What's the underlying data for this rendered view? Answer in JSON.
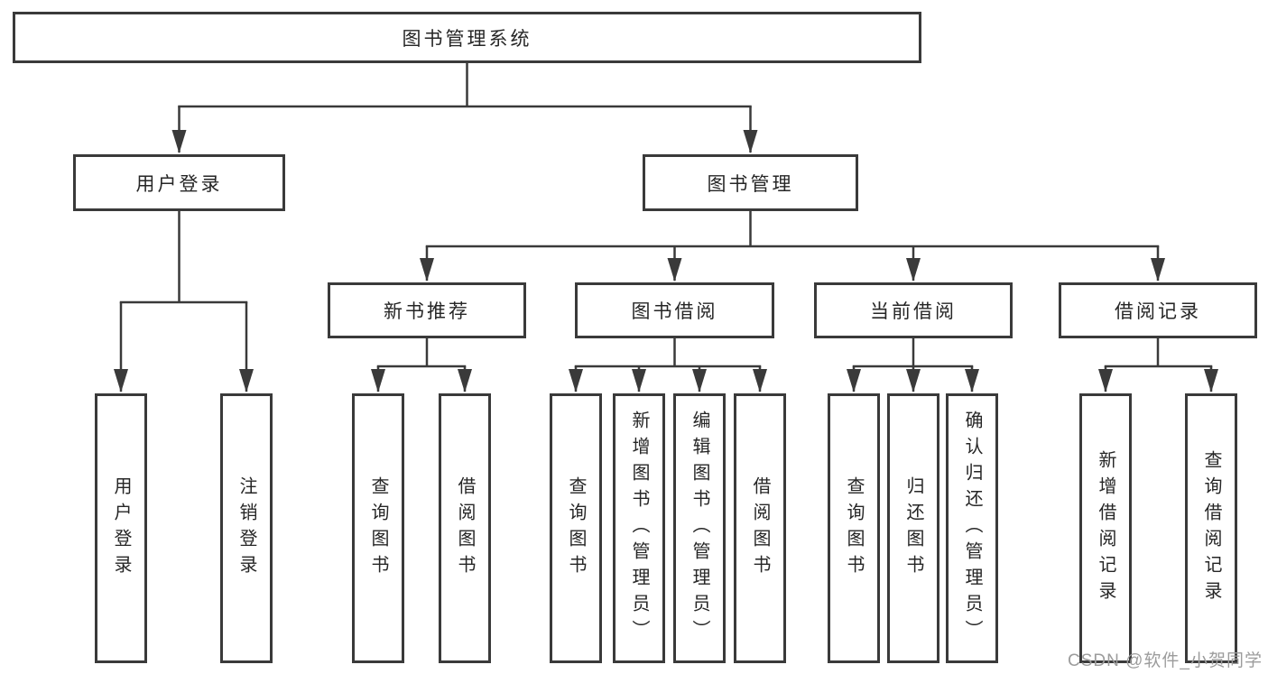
{
  "diagram": {
    "title_node": "图书管理系统",
    "nodes": {
      "root": "图书管理系统",
      "user_login": "用户登录",
      "book_management": "图书管理",
      "new_book_recommendation": "新书推荐",
      "book_borrowing": "图书借阅",
      "current_borrowing": "当前借阅",
      "borrowing_records": "借阅记录",
      "leaves": {
        "user_login": [
          "用户登录",
          "注销登录"
        ],
        "new_book_recommendation": [
          "查询图书",
          "借阅图书"
        ],
        "book_borrowing": [
          "查询图书",
          "新增图书（管理员）",
          "编辑图书（管理员）",
          "借阅图书"
        ],
        "current_borrowing": [
          "查询图书",
          "归还图书",
          "确认归还（管理员）"
        ],
        "borrowing_records": [
          "新增借阅记录",
          "查询借阅记录"
        ]
      }
    },
    "colors": {
      "line": "#3a3a3a",
      "box_border": "#3a3a3a",
      "text": "#262626",
      "background": "#ffffff",
      "watermark": "#9c9c9c"
    }
  },
  "watermark": {
    "text": "CSDN @软件_小贺同学"
  }
}
